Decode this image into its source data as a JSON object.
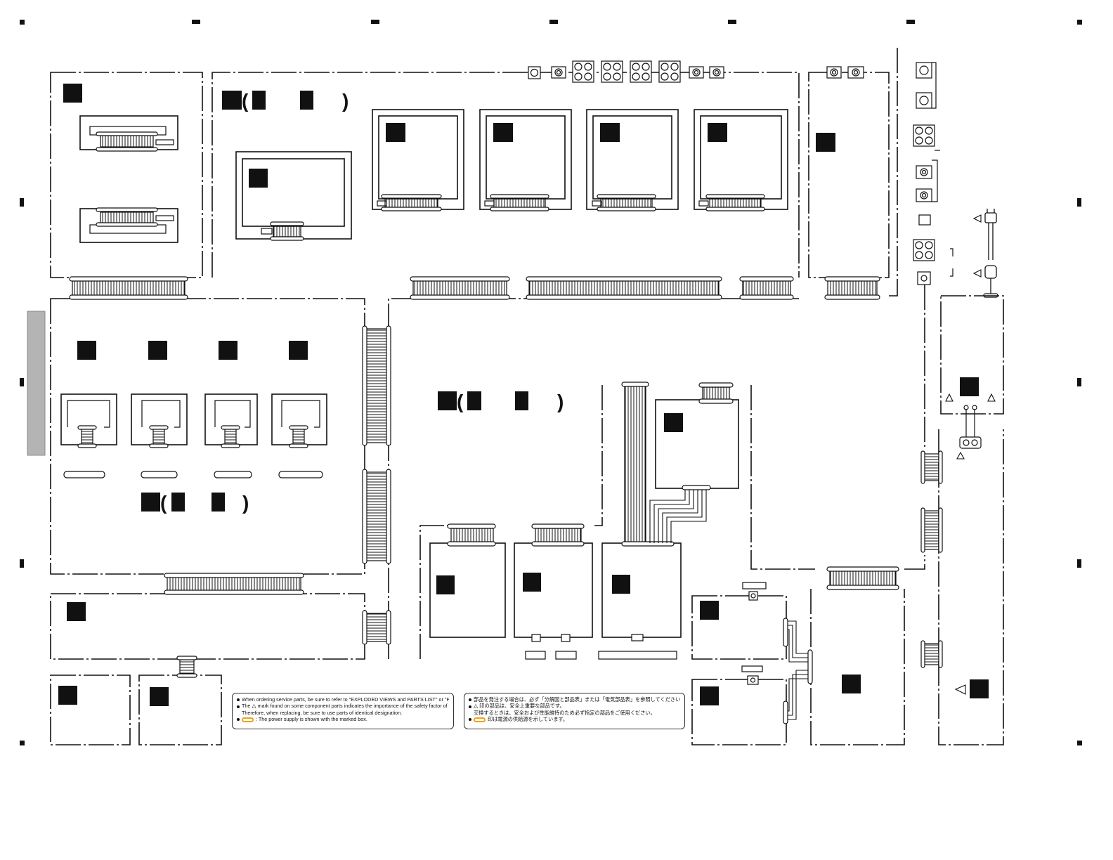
{
  "notes": {
    "en": {
      "line1": "When ordering service parts, be sure to refer to \"EXPLODED VIEWS and PARTS LIST\" or \"PCB PARTS LIST\".",
      "line2_pre": "The",
      "line2_post": "mark found on some component parts indicates the importance of the safety factor of the part.",
      "line3": "Therefore, when replacing, be sure to use parts of identical designation.",
      "line4": ": The power supply is shown with the marked box."
    },
    "ja": {
      "line1": "部品を発注する場合は、必ず「分解図と部品表」または「電気部品表」を参照してください。",
      "line2": "印の部品は、安全上重要な部品です。",
      "line3": "交換するときは、安全および性能維持のため必ず指定の部品をご使用ください。",
      "line4": "印は電源の供給源を示しています。"
    }
  },
  "icons": {
    "warning": "warning-triangle-icon",
    "power_marker": "power-supply-marker-icon",
    "power_cord": "power-plug-icon"
  },
  "colors": {
    "line": "#111111",
    "power_marker": "#f0a21a",
    "side_tab": "#b4b4b4"
  }
}
